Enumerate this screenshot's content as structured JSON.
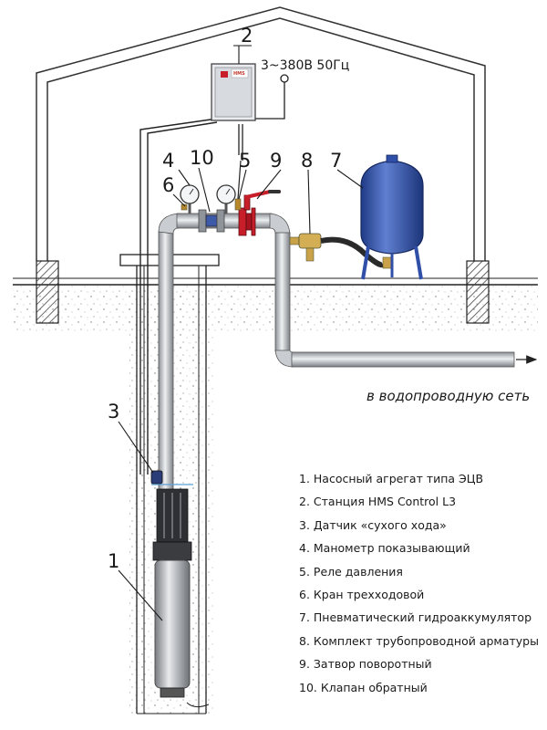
{
  "callouts": {
    "c1": "1",
    "c2": "2",
    "c3": "3",
    "c4": "4",
    "c5": "5",
    "c6": "6",
    "c7": "7",
    "c8": "8",
    "c9": "9",
    "c10": "10"
  },
  "power_label": "3~380В 50Гц",
  "control_box_brand": "HMS",
  "destination_label": "в водопроводную сеть",
  "legend": [
    "1.  Насосный агрегат типа ЭЦВ",
    "2.  Станция HMS Control L3",
    "3.  Датчик «сухого хода»",
    "4.  Манометр показывающий",
    "5.  Реле давления",
    "6.  Кран трехходовой",
    "7.  Пневматический гидроаккумулятор",
    "8.  Комплект трубопроводной арматуры",
    "9.  Затвор поворотный",
    "10. Клапан обратный"
  ],
  "colors": {
    "tank": "#2f4fa8",
    "valve_red": "#c81e2a",
    "pipe": "#c9ccd1",
    "ground_hatch": "#444444"
  }
}
